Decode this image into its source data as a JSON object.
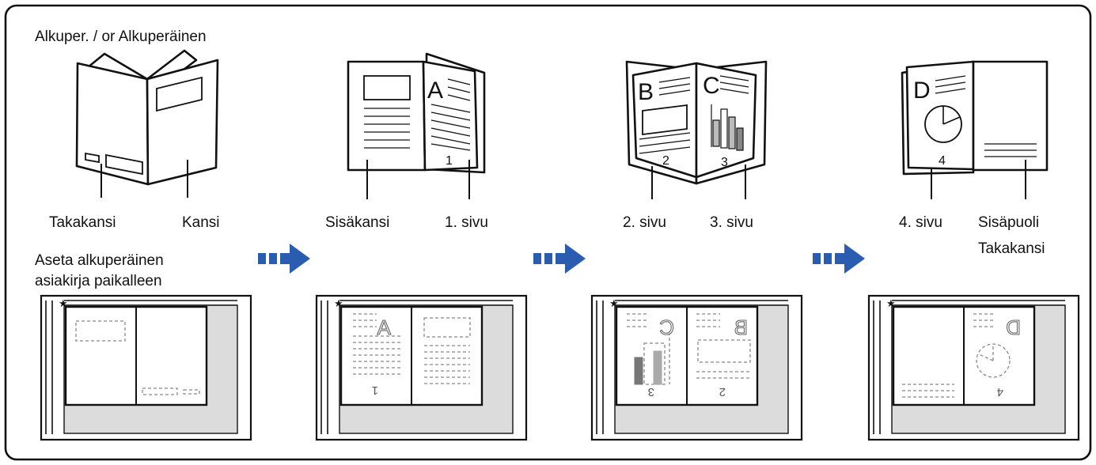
{
  "labels": {
    "original_title": "Alkuper. / or Alkuperäinen",
    "back_cover": "Takakansi",
    "front_cover": "Kansi",
    "inside_cover": "Sisäkansi",
    "page_1": "1. sivu",
    "page_2": "2. sivu",
    "page_3": "3. sivu",
    "page_4": "4. sivu",
    "inside_back_line1": "Sisäpuoli",
    "inside_back_line2": "Takakansi",
    "place_original_line1": "Aseta alkuperäinen",
    "place_original_line2": "asiakirja paikalleen"
  },
  "book_marks": {
    "letter_a": "A",
    "letter_b": "B",
    "letter_c": "C",
    "letter_d": "D",
    "num_1": "1",
    "num_2": "2",
    "num_3": "3",
    "num_4": "4"
  },
  "colors": {
    "arrow": "#2a5db0",
    "glass": "#dcdcdc",
    "dash": "#888888"
  },
  "icons": [
    "arrow-right-icon"
  ]
}
